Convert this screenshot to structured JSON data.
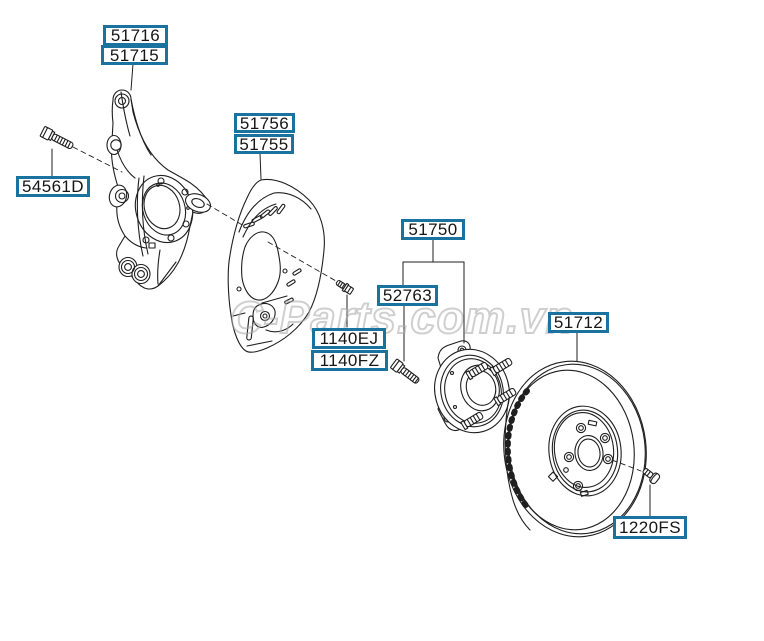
{
  "diagram": {
    "watermark_text": "C-Parts.com.vn",
    "colors": {
      "label_border": "#1a739e",
      "line": "#1f1f1f",
      "watermark": "#a9a9a9",
      "background": "#ffffff",
      "label_text": "#161616"
    },
    "labels": [
      {
        "part_number": "51716"
      },
      {
        "part_number": "51715"
      },
      {
        "part_number": "54561D"
      },
      {
        "part_number": "51756"
      },
      {
        "part_number": "51755"
      },
      {
        "part_number": "51750"
      },
      {
        "part_number": "52763"
      },
      {
        "part_number": "1140EJ"
      },
      {
        "part_number": "1140FZ"
      },
      {
        "part_number": "51712"
      },
      {
        "part_number": "1220FS"
      }
    ],
    "part_drawings": [
      "steering-knuckle",
      "knuckle-mount-bolt",
      "brake-dust-shield",
      "dust-shield-bolt",
      "wheel-hub-bearing-assembly",
      "hub-mount-bolt",
      "brake-disc-rotor",
      "disc-set-screw"
    ]
  }
}
